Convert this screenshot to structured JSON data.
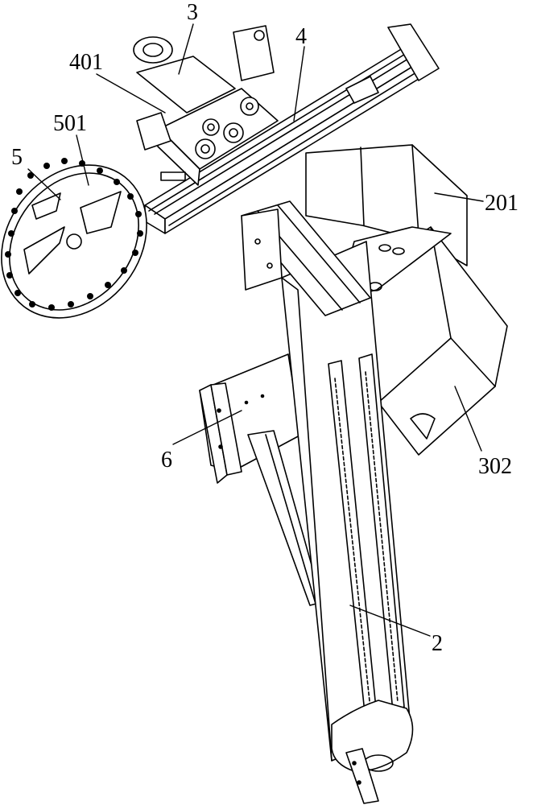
{
  "labels": {
    "n3": "3",
    "n4": "4",
    "n401": "401",
    "n501": "501",
    "n5": "5",
    "n201": "201",
    "n302": "302",
    "n6": "6",
    "n2": "2"
  }
}
